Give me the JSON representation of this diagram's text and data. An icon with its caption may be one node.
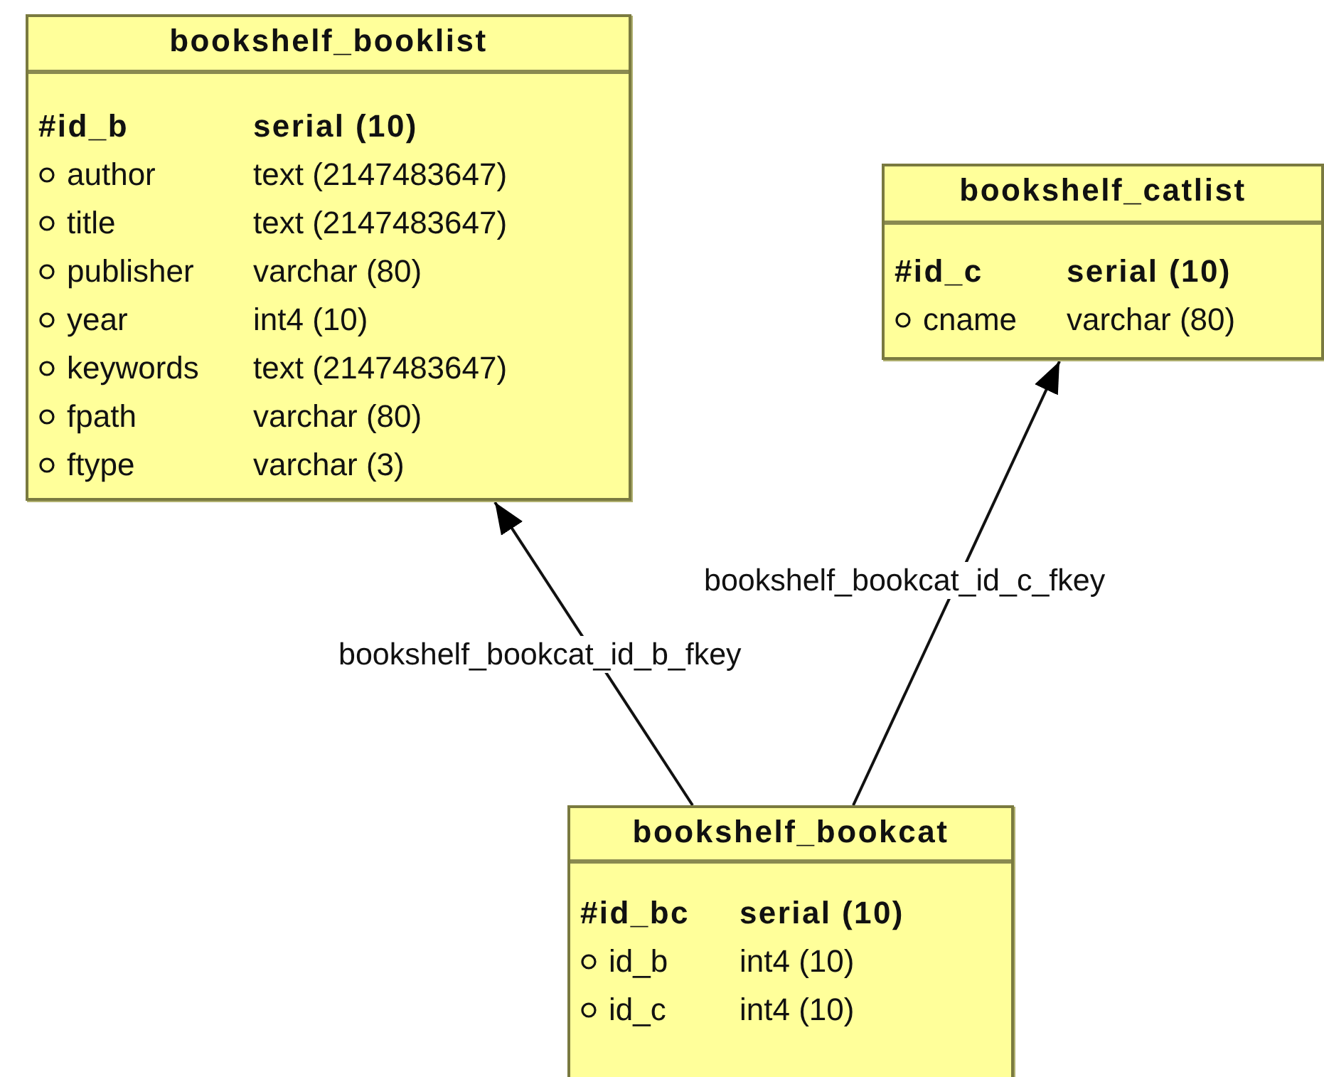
{
  "diagram": {
    "nodes": [
      {
        "text": [
          "bookshelf_booklist",
          "#id_b",
          "serial (10)",
          "author",
          "text (2147483647)",
          "title",
          "text (2147483647)",
          "publisher",
          "varchar (80)",
          "year",
          "int4 (10)",
          "keywords",
          "text (2147483647)",
          "fpath",
          "varchar (80)",
          "ftype",
          "varchar (3)"
        ]
      },
      {
        "text": [
          "bookshelf_catlist",
          "#id_c",
          "serial (10)",
          "cname",
          "varchar (80)"
        ]
      },
      {
        "text": [
          "bookshelf_bookcat",
          "#id_bc",
          "serial (10)",
          "id_b",
          "int4 (10)",
          "id_c",
          "int4 (10)"
        ]
      }
    ],
    "edges": [
      {
        "from": 2,
        "to": 0,
        "arrow": "to",
        "label": "bookshelf_bookcat_id_b_fkey"
      },
      {
        "from": 2,
        "to": 1,
        "arrow": "to",
        "label": "bookshelf_bookcat_id_c_fkey"
      }
    ]
  }
}
